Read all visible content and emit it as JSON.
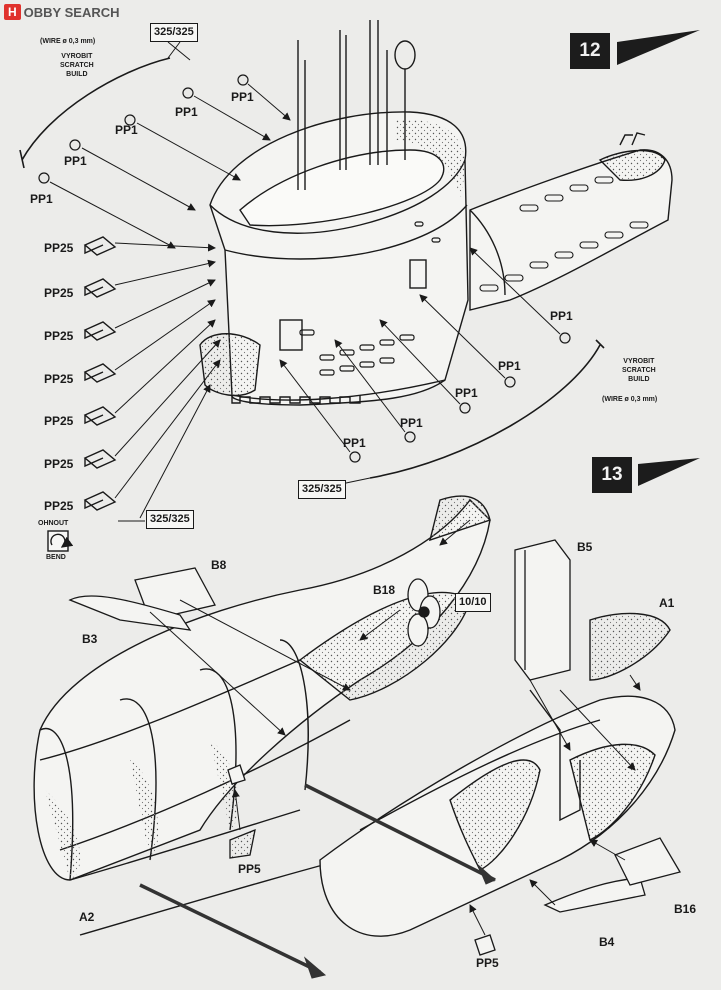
{
  "watermark": {
    "badge": "H",
    "text": "OBBY SEARCH"
  },
  "steps": {
    "s12": "12",
    "s13": "13"
  },
  "wire_note_top": "(WIRE ø 0,3 mm)",
  "wire_note_right": "(WIRE ø 0,3 mm)",
  "scratch_top": [
    "VYROBIT",
    "SCRATCH",
    "BUILD"
  ],
  "scratch_right": [
    "VYROBIT",
    "SCRATCH",
    "BUILD"
  ],
  "bend_note": [
    "OHNOUT",
    "BEND"
  ],
  "parts": {
    "p325": "325/325",
    "pp1": "PP1",
    "pp25": "PP25",
    "b8": "B8",
    "b3": "B3",
    "b18": "B18",
    "p1010": "10/10",
    "b5": "B5",
    "a1": "A1",
    "a2": "A2",
    "pp5": "PP5",
    "b16": "B16",
    "b4": "B4"
  }
}
